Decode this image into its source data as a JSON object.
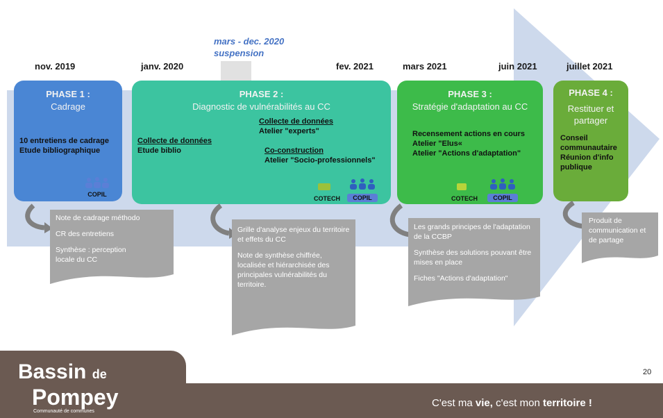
{
  "suspension": {
    "line1": "mars - dec. 2020",
    "line2": "suspension"
  },
  "dates": [
    "nov. 2019",
    "janv. 2020",
    "fev. 2021",
    "mars 2021",
    "juin 2021",
    "juillet 2021"
  ],
  "phase1": {
    "title": "PHASE 1 :",
    "subtitle": "Cadrage",
    "items": [
      "10 entretiens de cadrage",
      "Etude bibliographique"
    ],
    "badge": "COPIL",
    "docs": [
      "Note de cadrage méthodo",
      "CR des entretiens",
      "Synthèse : perception locale du CC"
    ]
  },
  "phase2": {
    "title": "PHASE 2 :",
    "subtitle": "Diagnostic de vulnérabilités au CC",
    "left_heading": "Collecte de données",
    "left_item": "Etude biblio",
    "right_heading": "Collecte de données",
    "right_item": "Atelier \"experts\"",
    "co_heading": "Co-construction",
    "co_item": "Atelier \"Socio-professionnels\"",
    "badge1": "COTECH",
    "badge2": "COPIL",
    "docs": [
      "Grille d'analyse enjeux du territoire et effets du CC",
      "Note de synthèse chiffrée, localisée et hiérarchisée des principales vulnérabilités du territoire."
    ]
  },
  "phase3": {
    "title": "PHASE 3 :",
    "subtitle": "Stratégie d'adaptation au CC",
    "items": [
      "Recensement actions en cours",
      "Atelier \"Elus«",
      "Atelier \"Actions d'adaptation\""
    ],
    "badge1": "COTECH",
    "badge2": "COPIL",
    "docs": [
      "Les grands principes de l'adaptation de la CCBP",
      "Synthèse des solutions pouvant être mises en place",
      "Fiches \"Actions d'adaptation\""
    ]
  },
  "phase4": {
    "title": "PHASE 4 :",
    "subtitle": "Restituer et partager",
    "items": [
      "Conseil communautaire",
      "Réunion d'info publique"
    ],
    "docs": [
      "Produit de communication et de partage"
    ]
  },
  "footer": {
    "logo_line1": "Bassin",
    "logo_de": "de",
    "logo_line2": "Pompey",
    "logo_sub": "Communauté de communes",
    "slogan_a": "C'est ma ",
    "slogan_b": "vie,",
    "slogan_c": " c'est mon ",
    "slogan_d": "territoire !",
    "page_number": "20"
  },
  "colors": {
    "phase1": "#4a86d4",
    "phase2": "#3cc4a0",
    "phase3": "#3dbb4a",
    "phase4": "#6aac3a",
    "arrow": "#cdd9ec",
    "doc": "#a6a6a6",
    "footer": "#6b5a52"
  }
}
